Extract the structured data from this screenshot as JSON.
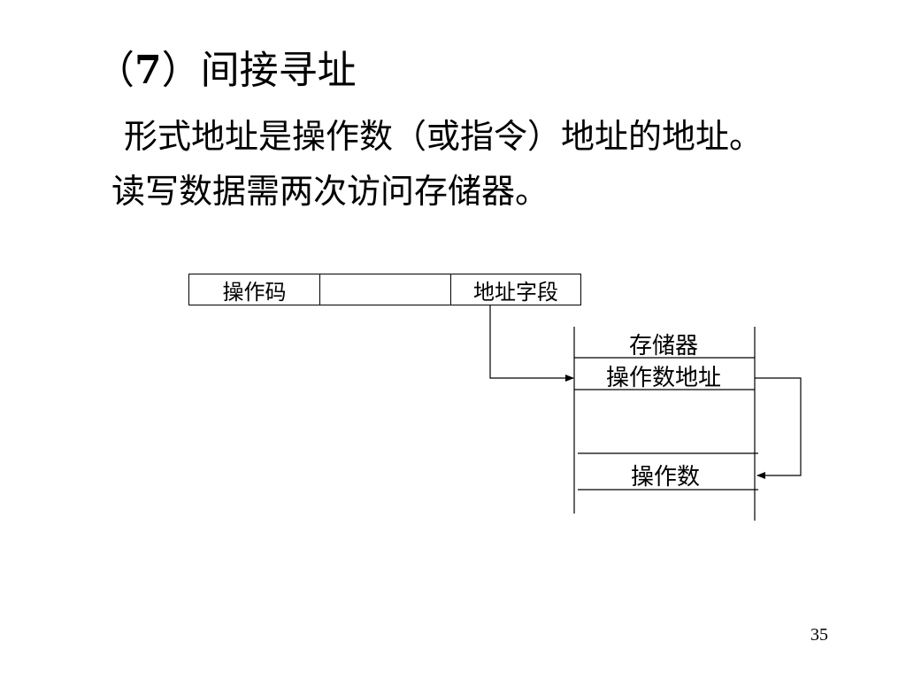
{
  "slide": {
    "title_prefix": "（",
    "title_num": "7",
    "title_rest": "）间接寻址",
    "line1": "形式地址是操作数（或指令）地址的地址。",
    "line2": "读写数据需两次访问存储器。",
    "page_number": "35"
  },
  "instruction": {
    "opcode": "操作码",
    "middle": "",
    "address_field": "地址字段"
  },
  "memory": {
    "label": "存储器",
    "operand_address": "操作数地址",
    "operand": "操作数"
  }
}
